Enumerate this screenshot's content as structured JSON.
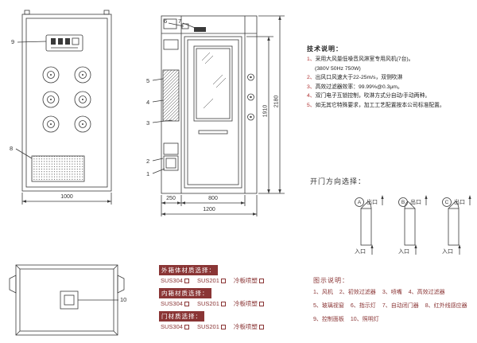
{
  "tech_notes": {
    "title": "技术说明：",
    "items": [
      {
        "num": "1、",
        "text": "采用大风量低噪音风淋室专用风机(7台)。"
      },
      {
        "num": "",
        "text": "(380V 50Hz 750W)"
      },
      {
        "num": "2、",
        "text": "出风口风速大于22-25m/s，双侧吹淋"
      },
      {
        "num": "3、",
        "text": "高效过滤器效率：99.99%@0.3μm。"
      },
      {
        "num": "4、",
        "text": "双门电子互锁控制，吹淋方式分自动/手动两种。"
      },
      {
        "num": "5、",
        "text": "如无其它特殊要求，加工工艺配置按本公司标准配置。"
      }
    ]
  },
  "door_direction": {
    "title": "开门方向选择：",
    "options": [
      {
        "label": "A",
        "exit": "出口",
        "entry": "入口"
      },
      {
        "label": "B",
        "exit": "出口",
        "entry": "入口"
      },
      {
        "label": "C",
        "exit": "出口",
        "entry": "入口"
      }
    ]
  },
  "dimensions": {
    "front_width": "1000",
    "side_channel": "250",
    "door_width": "800",
    "total_width": "1200",
    "door_height": "1910",
    "total_height": "2180"
  },
  "callouts": {
    "c1": "1",
    "c2": "2",
    "c3": "3",
    "c4": "4",
    "c5": "5",
    "c6": "6",
    "c7": "7",
    "c8": "8",
    "c9": "9",
    "c10": "10"
  },
  "materials": {
    "sections": [
      {
        "label": "外箱体材质选择：",
        "options": [
          "SUS304",
          "SUS201",
          "冷板喷塑"
        ]
      },
      {
        "label": "内箱材质选择：",
        "options": [
          "SUS304",
          "SUS201",
          "冷板喷塑"
        ]
      },
      {
        "label": "门材质选择：",
        "options": [
          "SUS304",
          "SUS201",
          "冷板喷塑"
        ]
      }
    ]
  },
  "legend": {
    "title": "图示说明：",
    "rows": [
      [
        "1、风机",
        "2、初效过滤器",
        "3、喷嘴",
        "4、高效过滤器"
      ],
      [
        "5、玻璃视窗",
        "6、指示灯",
        "7、自动闭门器",
        "8、红外线感应器"
      ],
      [
        "9、控制面板",
        "10、照明灯"
      ]
    ]
  },
  "colors": {
    "line": "#3a3a3a",
    "accent_red": "#8a3535"
  }
}
